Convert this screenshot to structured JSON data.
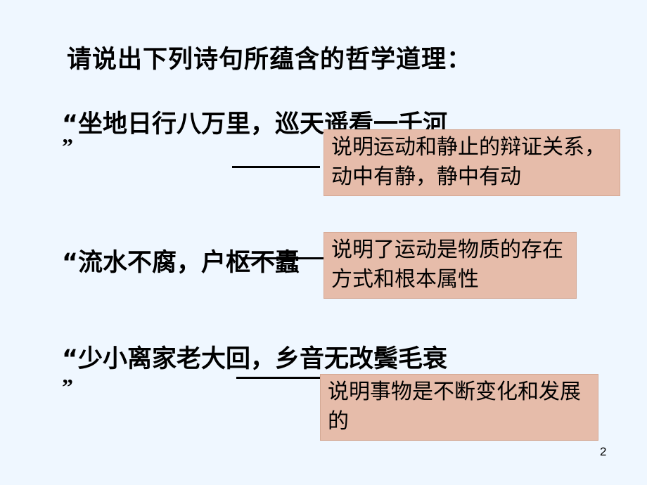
{
  "title": "请说出下列诗句所蕴含的哲学道理：",
  "items": [
    {
      "open_quote": "“",
      "poem": "坐地日行八万里，巡天遥看一千河",
      "close_quote": "”",
      "answer": "说明运动和静止的辩证关系，动中有静，静中有动"
    },
    {
      "open_quote": "“",
      "poem": "流水不腐，户枢不蠹",
      "close_quote": "”",
      "answer": "说明了运动是物质的存在方式和根本属性"
    },
    {
      "open_quote": "“",
      "poem": "少小离家老大回，乡音无改鬓毛衰",
      "close_quote": "”",
      "answer": "说明事物是不断变化和发展的"
    }
  ],
  "colors": {
    "background": "#eff7ff",
    "answer_box": "#e6bcaa"
  },
  "page_number": "2"
}
